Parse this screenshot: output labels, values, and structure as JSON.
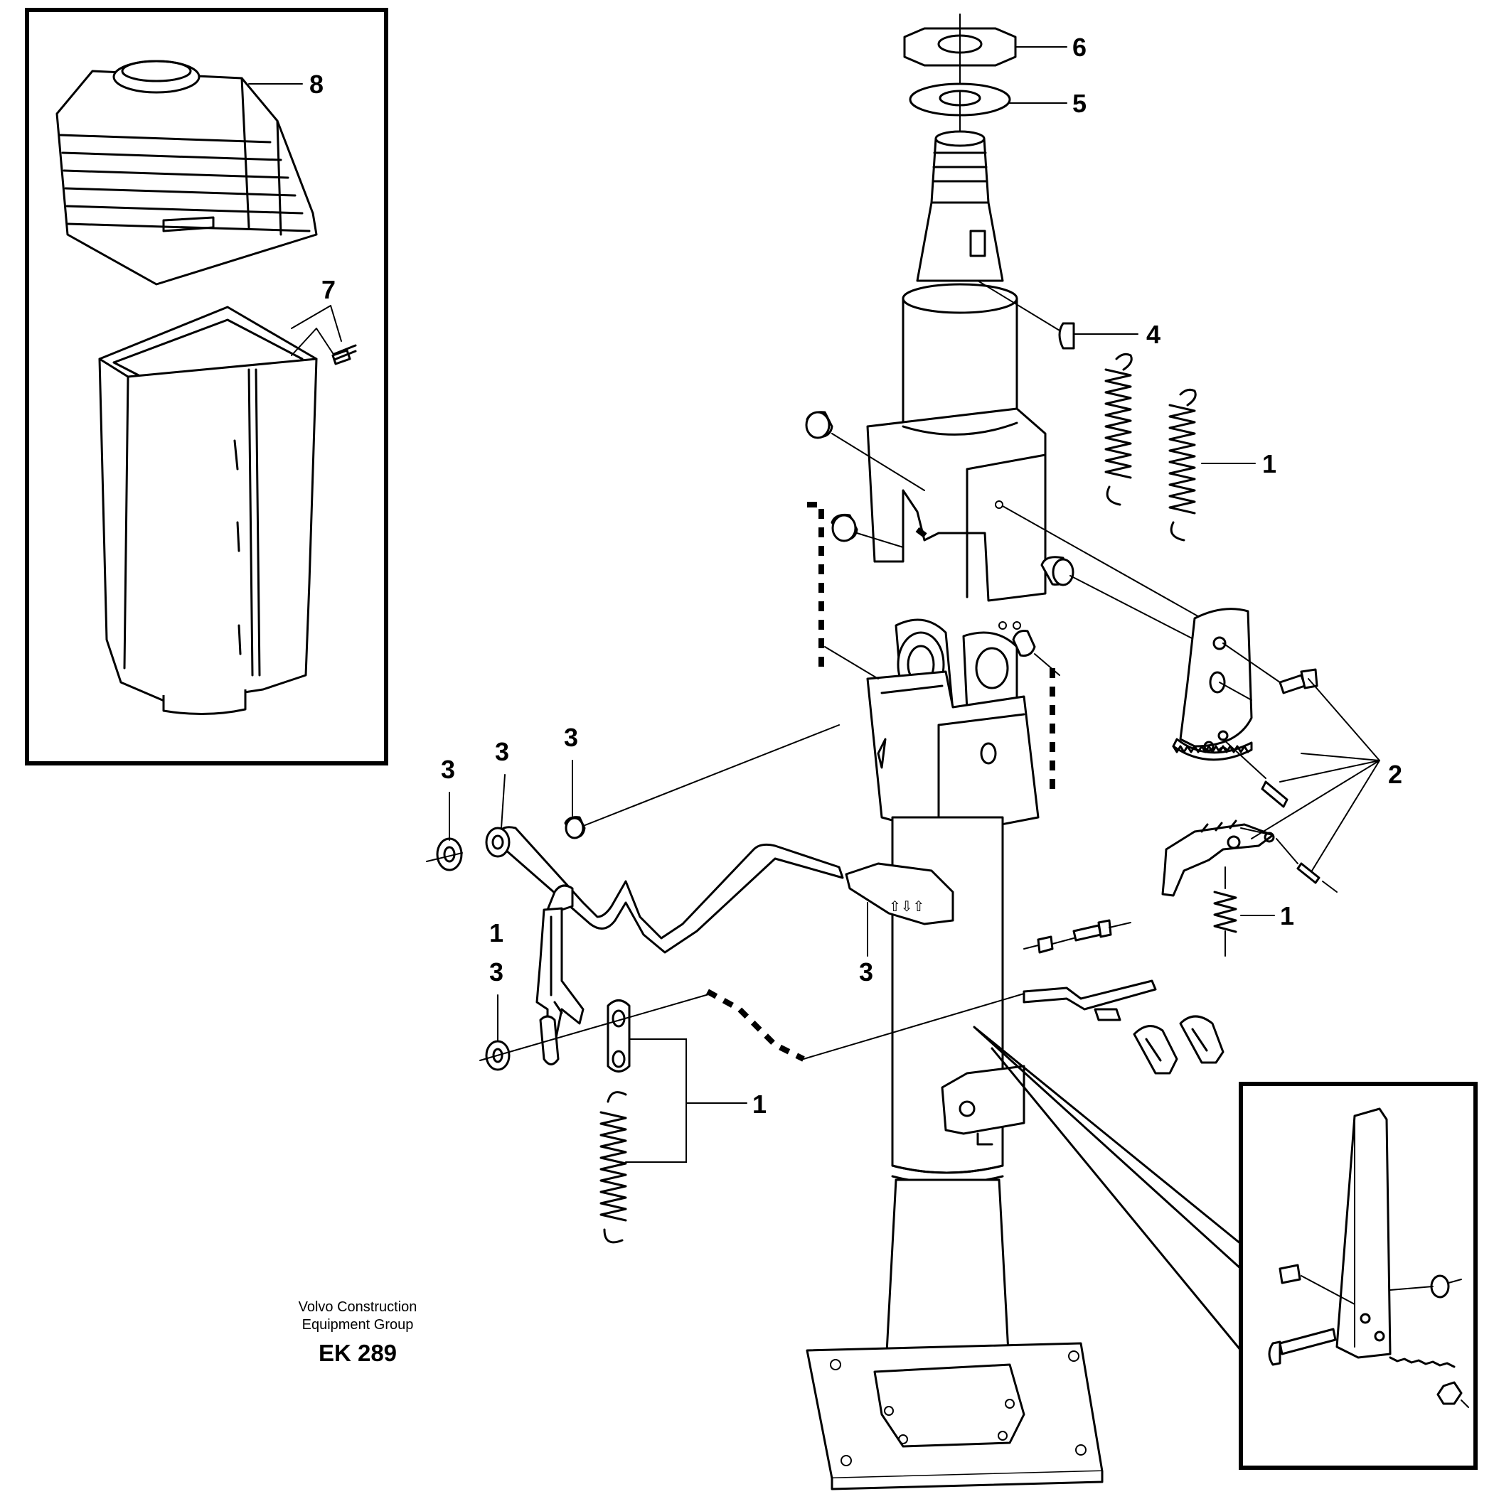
{
  "callouts": [
    {
      "id": "c-top-6",
      "number": "6"
    },
    {
      "id": "c-top-5",
      "number": "5"
    },
    {
      "id": "c-key-4",
      "number": "4"
    },
    {
      "id": "c-springs-1",
      "number": "1"
    },
    {
      "id": "c-bolts-2",
      "number": "2"
    },
    {
      "id": "c-spring-small-1",
      "number": "1"
    },
    {
      "id": "c-boot-8",
      "number": "8"
    },
    {
      "id": "c-screws-7",
      "number": "7"
    },
    {
      "id": "c-left-3a",
      "number": "3"
    },
    {
      "id": "c-left-3b",
      "number": "3"
    },
    {
      "id": "c-left-3c",
      "number": "3"
    },
    {
      "id": "c-handle-3",
      "number": "3"
    },
    {
      "id": "c-lever-1",
      "number": "1"
    },
    {
      "id": "c-lever-3",
      "number": "3"
    },
    {
      "id": "c-lower-spring-1",
      "number": "1"
    }
  ],
  "credit": {
    "line1": "Volvo Construction",
    "line2": "Equipment Group",
    "code": "EK 289"
  },
  "handle_marking": "⇧⇩⇧"
}
